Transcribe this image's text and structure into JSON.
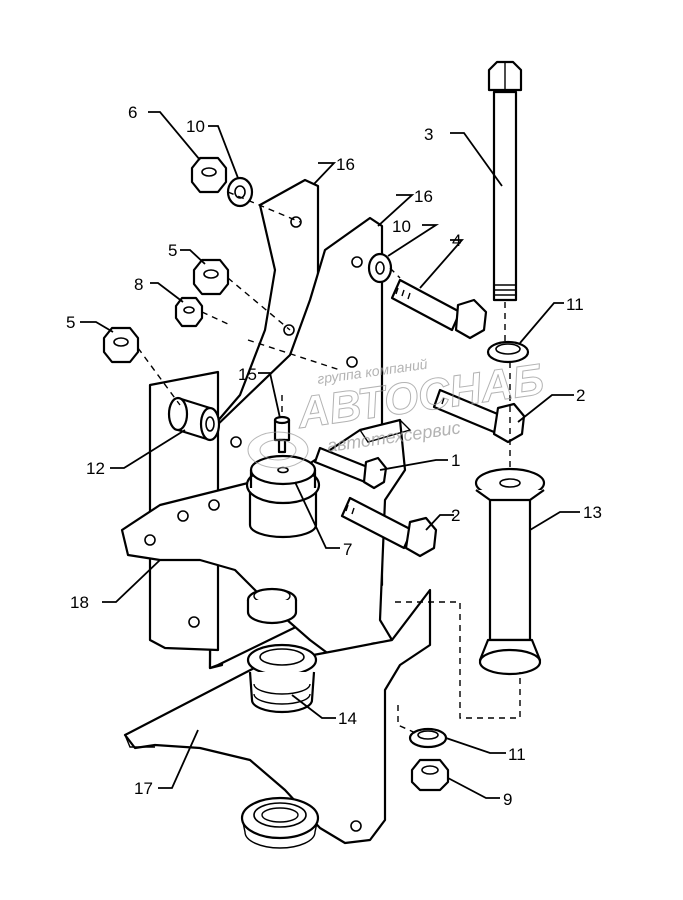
{
  "callouts": {
    "c1": "1",
    "c2a": "2",
    "c2b": "2",
    "c3": "3",
    "c4": "4",
    "c5a": "5",
    "c5b": "5",
    "c6": "6",
    "c7": "7",
    "c8": "8",
    "c9": "9",
    "c10a": "10",
    "c10b": "10",
    "c11a": "11",
    "c11b": "11",
    "c12": "12",
    "c13": "13",
    "c14": "14",
    "c15": "15",
    "c16a": "16",
    "c16b": "16",
    "c17": "17",
    "c18": "18"
  },
  "watermark": {
    "top_line": "группа компаний",
    "main": "АВТОСНАБ",
    "bottom_line": "автотехсервис"
  }
}
